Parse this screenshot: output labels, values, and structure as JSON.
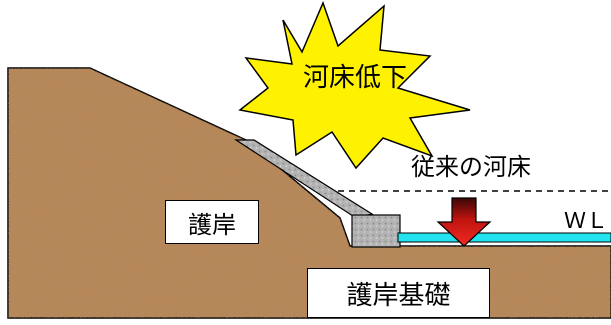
{
  "labels": {
    "riverbed_drop": "河床低下",
    "original_riverbed": "従来の河床",
    "revetment": "護岸",
    "revetment_foundation": "護岸基礎",
    "water_level": "ＷＬ"
  },
  "colors": {
    "soil": "#b88656",
    "soil_dark": "#7a5030",
    "star_fill": "#fff200",
    "water": "#22e3ee",
    "arrow": "#e2211c",
    "arrow_dark": "#4a0a08",
    "concrete": "#a9a9a9"
  }
}
